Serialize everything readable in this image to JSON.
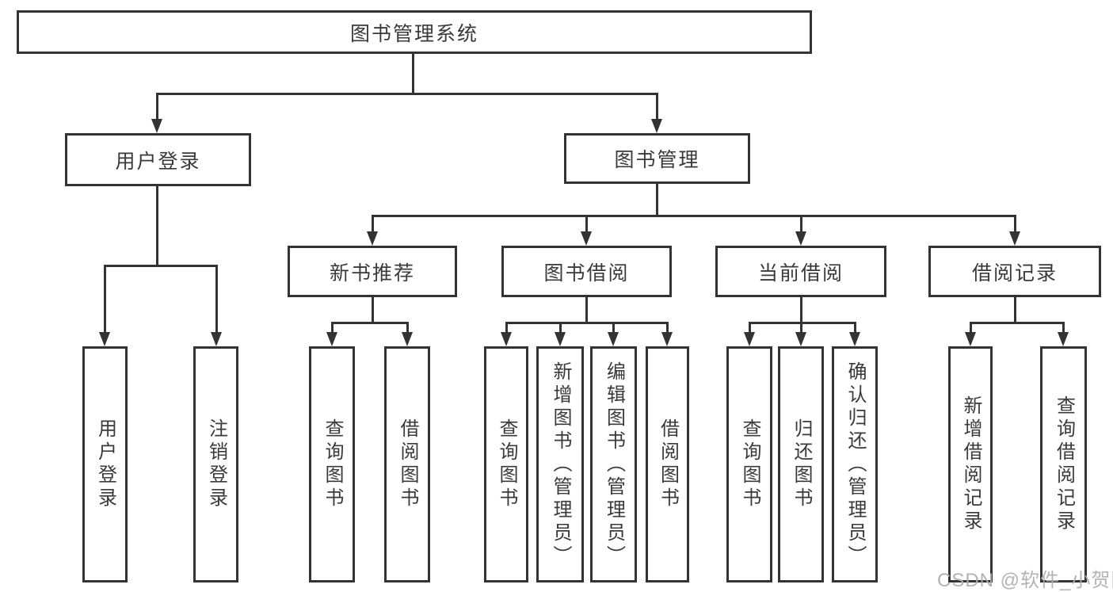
{
  "diagram": {
    "type": "hierarchy-tree",
    "orientation": "top-down"
  },
  "colors": {
    "line": "#333333",
    "box_border": "#333333",
    "box_fill": "#ffffff",
    "text": "#3a3a3a",
    "watermark": "#adadad"
  },
  "tree": {
    "root": {
      "label": "图书管理系统"
    },
    "level2": [
      {
        "id": "user-login",
        "label": "用户登录"
      },
      {
        "id": "book-management",
        "label": "图书管理"
      }
    ],
    "level3": [
      {
        "id": "new-book-recommend",
        "label": "新书推荐"
      },
      {
        "id": "book-borrow",
        "label": "图书借阅"
      },
      {
        "id": "current-borrow",
        "label": "当前借阅"
      },
      {
        "id": "borrow-record",
        "label": "借阅记录"
      }
    ],
    "leaves": {
      "user_login": [
        "用户登录",
        "注销登录"
      ],
      "new_book_recommend": [
        "查询图书",
        "借阅图书"
      ],
      "book_borrow": [
        "查询图书",
        "新增图书（管理员）",
        "编辑图书（管理员）",
        "借阅图书"
      ],
      "current_borrow": [
        "查询图书",
        "归还图书",
        "确认归还（管理员）"
      ],
      "borrow_record": [
        "新增借阅记录",
        "查询借阅记录"
      ]
    }
  },
  "watermark": {
    "text": "CSDN @软件_小贺同学"
  }
}
